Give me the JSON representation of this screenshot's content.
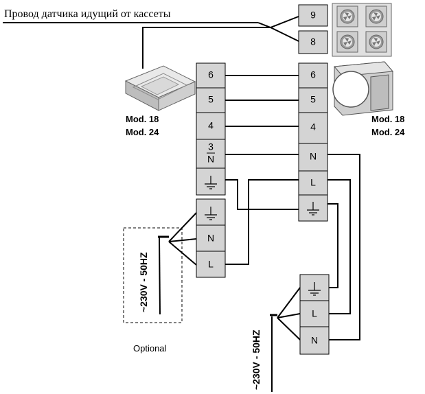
{
  "caption": "Провод датчика идущий от кассеты",
  "sensor_terminals": [
    "9",
    "8"
  ],
  "indoor_block": [
    "6",
    "5",
    "4",
    "3",
    "N"
  ],
  "outdoor_block": [
    "6",
    "5",
    "4",
    "N",
    "L"
  ],
  "indoor_models": [
    "Mod. 18",
    "Mod. 24"
  ],
  "outdoor_models": [
    "Mod. 18",
    "Mod. 24"
  ],
  "supply_left_block": [
    "N",
    "L"
  ],
  "supply_right_block": [
    "L",
    "N"
  ],
  "voltage_label": "~230V - 50HZ",
  "optional_label": "Optional",
  "icons": [
    "indoor-cassette-unit-icon",
    "outdoor-unit-icon",
    "fan-grid-icon",
    "ground-symbol-icon"
  ]
}
